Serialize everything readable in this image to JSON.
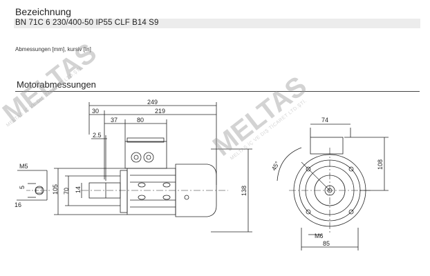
{
  "header": {
    "title": "Bezeichnung",
    "product_code": "BN 71C 6 230/400-50 IP55 CLF B14 S9"
  },
  "units_note": "Abmessungen [mm], kursiv [In]",
  "section_title": "Motorabmessungen",
  "dimensions": {
    "overall_length": "249",
    "shaft_length": "30",
    "body_length": "219",
    "terminal_offset": "37",
    "terminal_width": "80",
    "flange_thickness": "2.5",
    "key_label": "M5",
    "key_width": "5",
    "shaft_dia": "14",
    "spigot_dia": "70",
    "flange_dia": "105",
    "shaft_end": "16",
    "height": "138",
    "box_width": "74",
    "top_height": "108",
    "angle": "45°",
    "thread": "M6",
    "hole_spacing": "85"
  },
  "watermark": {
    "brand": "MELTAS",
    "company": "MELTAS İÇ VE DIŞ TİCARET LTD.ŞTİ."
  }
}
